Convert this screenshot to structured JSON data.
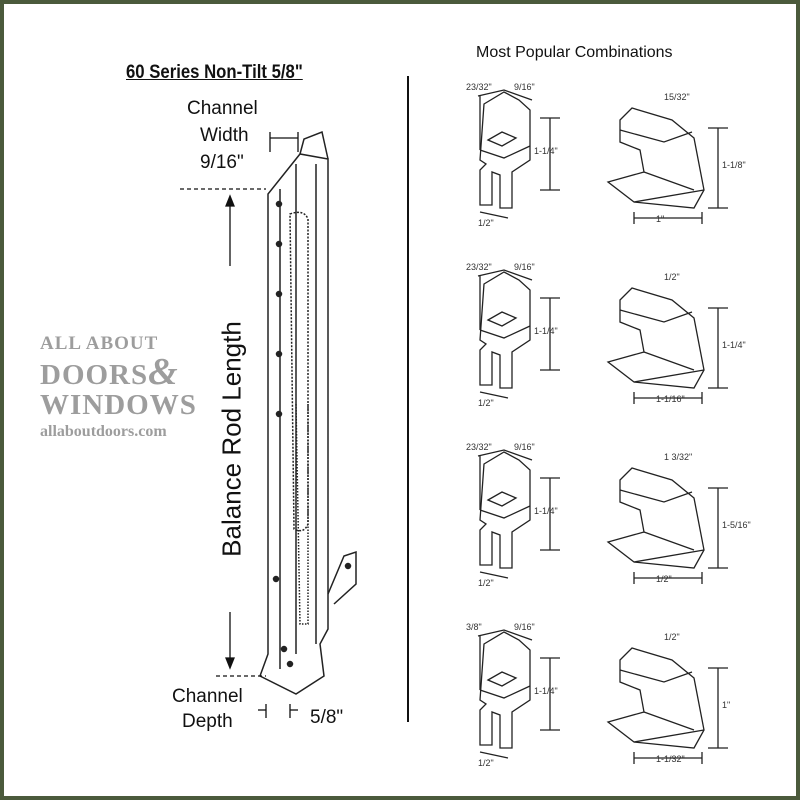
{
  "title": "60 Series Non-Tilt 5/8\"",
  "right_title": "Most Popular Combinations",
  "left": {
    "channel_width_label": [
      "Channel",
      "Width",
      "9/16\""
    ],
    "rod_label": "Balance Rod Length",
    "channel_depth_label": [
      "Channel",
      "Depth"
    ],
    "depth_value": "5/8\""
  },
  "watermark": {
    "line1": "ALL ABOUT",
    "line2": "DOORS",
    "amp": "&",
    "line3": "WINDOWS",
    "url": "allaboutdoors.com"
  },
  "combinations": [
    {
      "top_clip": {
        "w1": "23/32\"",
        "w2": "9/16\"",
        "h": "1-1/4\"",
        "b": "1/2\""
      },
      "shoe": {
        "top": "15/32\"",
        "h": "1-1/8\"",
        "w": "1\""
      }
    },
    {
      "top_clip": {
        "w1": "23/32\"",
        "w2": "9/16\"",
        "h": "1-1/4\"",
        "b": "1/2\""
      },
      "shoe": {
        "top": "1/2\"",
        "h": "1-1/4\"",
        "w": "1-1/16\""
      }
    },
    {
      "top_clip": {
        "w1": "23/32\"",
        "w2": "9/16\"",
        "h": "1-1/4\"",
        "b": "1/2\""
      },
      "shoe": {
        "top": "1 3/32\"",
        "h": "1-5/16\"",
        "w": "1/2\""
      }
    },
    {
      "top_clip": {
        "w1": "3/8\"",
        "w2": "9/16\"",
        "h": "1-1/4\"",
        "b": "1/2\""
      },
      "shoe": {
        "top": "1/2\"",
        "h": "1\"",
        "w": "1-1/32\""
      }
    }
  ]
}
